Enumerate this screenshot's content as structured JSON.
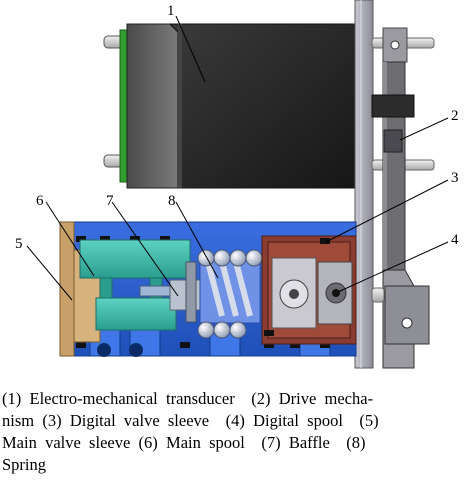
{
  "diagram": {
    "labels": [
      "1",
      "2",
      "3",
      "4",
      "5",
      "6",
      "7",
      "8"
    ]
  },
  "caption": {
    "line1": "(1)  Electro-mechanical  transducer    (2)  Drive  mecha-",
    "line2": "nism  (3)  Digital  valve  sleeve    (4)  Digital  spool    (5)",
    "line3": "Main  valve  sleeve  (6)  Main  spool    (7)  Baffle    (8)",
    "line4": "Spring"
  },
  "colors": {
    "main_body": "#2e5fd1",
    "main_sleeve": "#c7a06a",
    "main_spool": "#38b8a8",
    "motor_body": "#262626",
    "motor_cap": "#5c5c5c",
    "motor_green": "#2e9e2e",
    "digital_sleeve": "#8a3c30",
    "plate": "#a9a9b5",
    "linkage": "#6d6d72",
    "spring": "#b8c2d6"
  }
}
